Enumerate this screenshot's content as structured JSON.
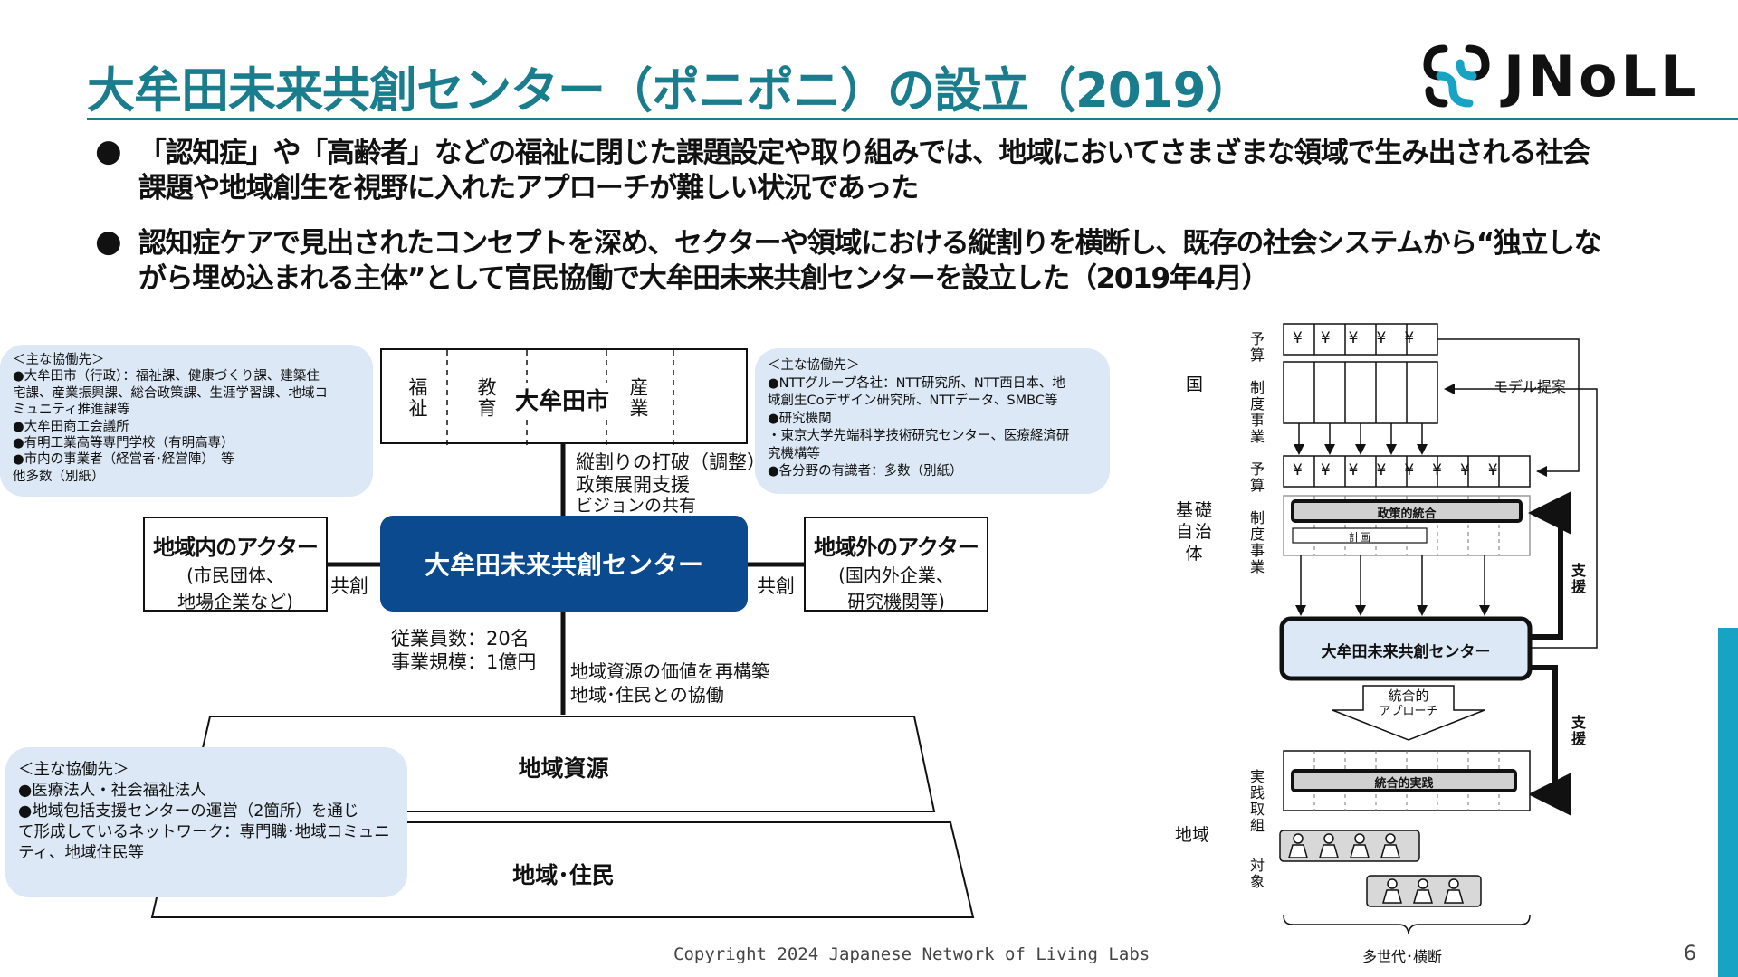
{
  "title": "大牟田未来共創センター（ポニポニ）の設立（2019）",
  "logo_text": "JNoLL",
  "colors": {
    "accent": "#1a7d8e",
    "center_box": "#0b4a8e",
    "note_bg": "#dce8f5",
    "side_bar": "#17a3c4"
  },
  "bullets": [
    {
      "line1": "「認知症」や「高齢者」などの福祉に閉じた課題設定や取り組みでは、地域においてさまざまな領域で生み出される社会",
      "line2": "課題や地域創生を視野に入れたアプローチが難しい状況であった"
    },
    {
      "line1": "認知症ケアで見出されたコンセプトを深め、セクターや領域における縦割りを横断し、既存の社会システムから“独立しな",
      "line2": "がら埋め込まれる主体”として官民協働で大牟田未来共創センターを設立した（2019年4月）"
    }
  ],
  "note_left": {
    "lines": [
      "＜主な協働先＞",
      "●大牟田市（行政）：福祉課、健康づくり課、建築住",
      "宅課、産業振興課、総合政策課、生涯学習課、地域コ",
      "ミュニティ推進課等",
      "●大牟田商工会議所",
      "●有明工業高等専門学校（有明高専）",
      "●市内の事業者（経営者･経営陣）　等",
      "他多数（別紙）"
    ]
  },
  "note_right": {
    "lines": [
      "＜主な協働先＞",
      "●NTTグループ各社：NTT研究所、NTT西日本、地",
      "域創生Coデザイン研究所、NTTデータ、SMBC等",
      "●研究機関",
      "・東京大学先端科学技術研究センター、医療経済研",
      "究機構等",
      "●各分野の有識者：多数（別紙）"
    ]
  },
  "note_bottom": {
    "lines": [
      "＜主な協働先＞",
      "●医療法人・社会福祉法人",
      "●地域包括支援センターの運営（2箇所）を通じ",
      "て形成しているネットワーク：専門職･地域コミュニ",
      "ティ、地域住民等"
    ]
  },
  "city_box": {
    "cells": [
      "福祉",
      "教育",
      "",
      "産業",
      ""
    ],
    "label": "大牟田市"
  },
  "link_top": [
    "縦割りの打破（調整）",
    "政策展開支援",
    "ビジョンの共有"
  ],
  "link_bottom": [
    "地域資源の価値を再構築",
    "地域･住民との協働"
  ],
  "center": {
    "label": "大牟田未来共創センター",
    "stats": [
      "従業員数：20名",
      "事業規模：1億円"
    ]
  },
  "actor_inside": {
    "title": "地域内のアクター",
    "sub": [
      "(市民団体、",
      "地場企業など)"
    ],
    "link": "共創"
  },
  "actor_outside": {
    "title": "地域外のアクター",
    "sub": [
      "(国内外企業、",
      "研究機関等)"
    ],
    "link": "共創"
  },
  "layers": {
    "resource": "地域資源",
    "residents": "地域･住民"
  },
  "right_diagram": {
    "row_labels": {
      "national": "国",
      "municipality": "基礎自治体",
      "region": "地域"
    },
    "small_labels": {
      "budget": "予算",
      "program": "制度事業",
      "practice": "実践取組",
      "target": "対象"
    },
    "yen": "¥",
    "model_proposal": "モデル提案",
    "policy_integration": "政策的統合",
    "plan": "計画",
    "support": "支援",
    "center": "大牟田未来共創センター",
    "integrated_approach": [
      "統合的",
      "アプローチ"
    ],
    "integrated_practice": "統合的実践",
    "multigeneration": "多世代･横断"
  },
  "footer": "Copyright 2024  Japanese Network of Living Labs",
  "page_number": "6"
}
